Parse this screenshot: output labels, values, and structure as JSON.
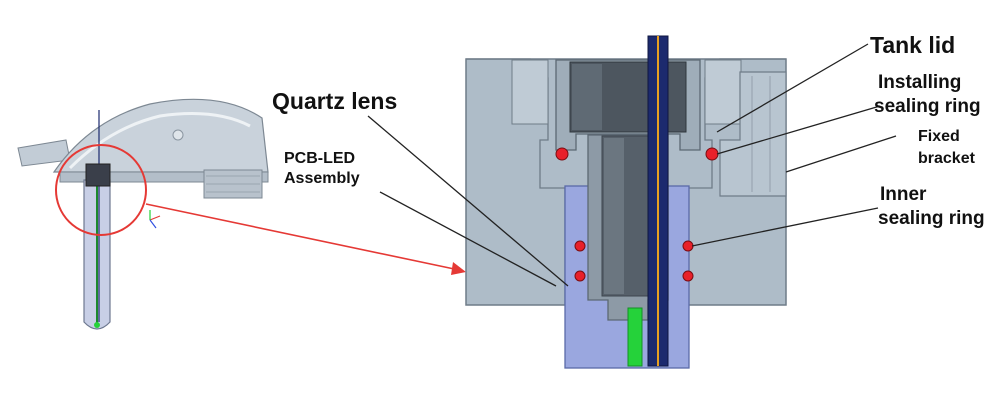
{
  "labels": {
    "quartz_lens": "Quartz lens",
    "pcb_led_line1": "PCB-LED",
    "pcb_led_line2": "Assembly",
    "tank_lid": "Tank lid",
    "installing_line1": "Installing",
    "installing_line2": "sealing ring",
    "fixed_line1": "Fixed",
    "fixed_line2": "bracket",
    "inner_line1": "Inner",
    "inner_line2": "sealing ring"
  },
  "colors": {
    "housing": "#aebcc8",
    "housing_dark": "#8d9aa6",
    "lens_blue": "#9aa7df",
    "seal_red": "#e8202a",
    "callout_red": "#e53935",
    "pcb_green": "#25d23a",
    "shaft_navy": "#1c2a6e",
    "wire_orange": "#e8a020",
    "leader": "#222222"
  }
}
